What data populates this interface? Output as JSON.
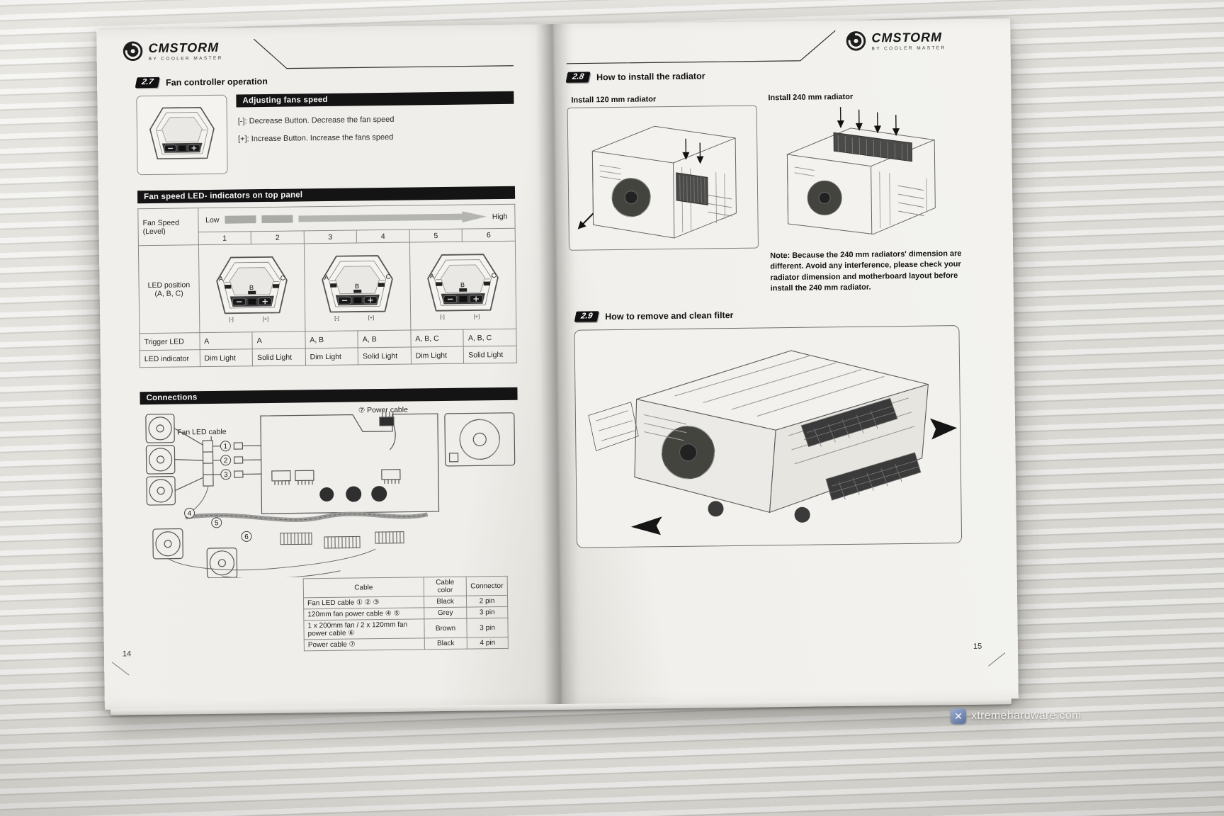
{
  "watermark": {
    "text": "xtremehardware.com",
    "icon": "✕"
  },
  "illustrations": {
    "controller": {
      "led_a": "A",
      "led_b": "B",
      "led_c": "C",
      "btn_minus": "[-]",
      "btn_plus": "[+]"
    },
    "diagram_points": [
      "1",
      "2",
      "3",
      "4",
      "5",
      "6"
    ]
  },
  "left_page": {
    "page_number": "14",
    "logo": {
      "brand": "CMSTORM",
      "tagline": "BY COOLER MASTER"
    },
    "fan_controller": {
      "section_number": "2.7",
      "section_title": "Fan controller operation",
      "adjusting_header": "Adjusting fans speed",
      "decrease_line": "[-]: Decrease Button. Decrease the fan speed",
      "increase_line": "[+]: Increase Button. Increase the fans speed"
    },
    "led_table": {
      "header": "Fan speed LED- indicators on top panel",
      "row_fan_speed_label": "Fan Speed (Level)",
      "low": "Low",
      "high": "High",
      "levels": [
        "1",
        "2",
        "3",
        "4",
        "5",
        "6"
      ],
      "led_position_label": "LED position (A, B, C)",
      "trigger_label": "Trigger LED",
      "trigger_values": [
        "A",
        "A",
        "A, B",
        "A, B",
        "A, B, C",
        "A, B, C"
      ],
      "indicator_label": "LED indicator",
      "indicator_values": [
        "Dim Light",
        "Solid Light",
        "Dim Light",
        "Solid Light",
        "Dim Light",
        "Solid Light"
      ]
    },
    "connections": {
      "header": "Connections",
      "fan_led_cable_label": "Fan LED cable",
      "power_cable_label": "⑦ Power cable",
      "cable_table": {
        "headers": [
          "Cable",
          "Cable color",
          "Connector"
        ],
        "rows": [
          {
            "cable": "Fan LED cable ① ② ③",
            "color": "Black",
            "connector": "2 pin"
          },
          {
            "cable": "120mm fan power cable ④ ⑤",
            "color": "Grey",
            "connector": "3 pin"
          },
          {
            "cable": "1 x 200mm fan / 2 x 120mm fan power cable ⑥",
            "color": "Brown",
            "connector": "3 pin"
          },
          {
            "cable": "Power cable ⑦",
            "color": "Black",
            "connector": "4 pin"
          }
        ]
      }
    }
  },
  "right_page": {
    "page_number": "15",
    "logo": {
      "brand": "CMSTORM",
      "tagline": "BY COOLER MASTER"
    },
    "radiator": {
      "section_number": "2.8",
      "section_title": "How to install the radiator",
      "install_120_label": "Install 120 mm radiator",
      "install_240_label": "Install 240 mm radiator",
      "note": "Note: Because the 240 mm radiators' dimension are different. Avoid any interference, please check your radiator dimension and motherboard layout before install the 240 mm radiator."
    },
    "filter": {
      "section_number": "2.9",
      "section_title": "How to remove and clean filter"
    }
  }
}
